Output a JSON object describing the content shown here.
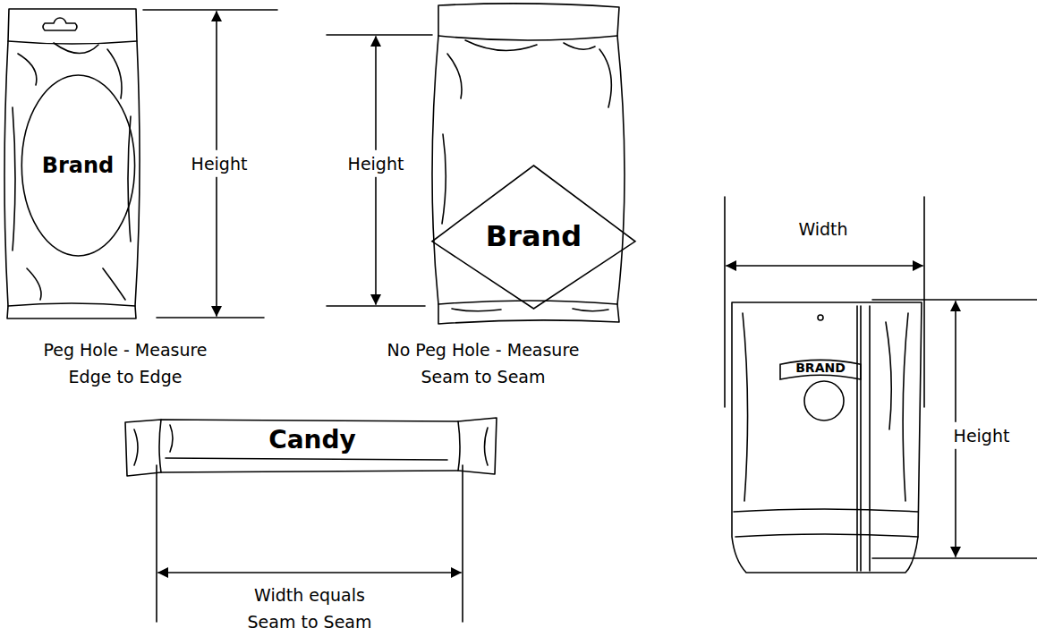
{
  "diagram": {
    "nodes": [
      {
        "text": [
          "Brand"
        ]
      },
      {
        "text": [
          "Brand"
        ]
      },
      {
        "text": [
          "BRAND"
        ]
      },
      {
        "text": [
          "Candy"
        ]
      }
    ],
    "labels": [
      "Height",
      "Height",
      "Width",
      "Peg Hole - Measure Edge to Edge",
      "No Peg Hole - Measure Seam to Seam",
      "Height",
      "Width equals Seam to Seam"
    ]
  }
}
